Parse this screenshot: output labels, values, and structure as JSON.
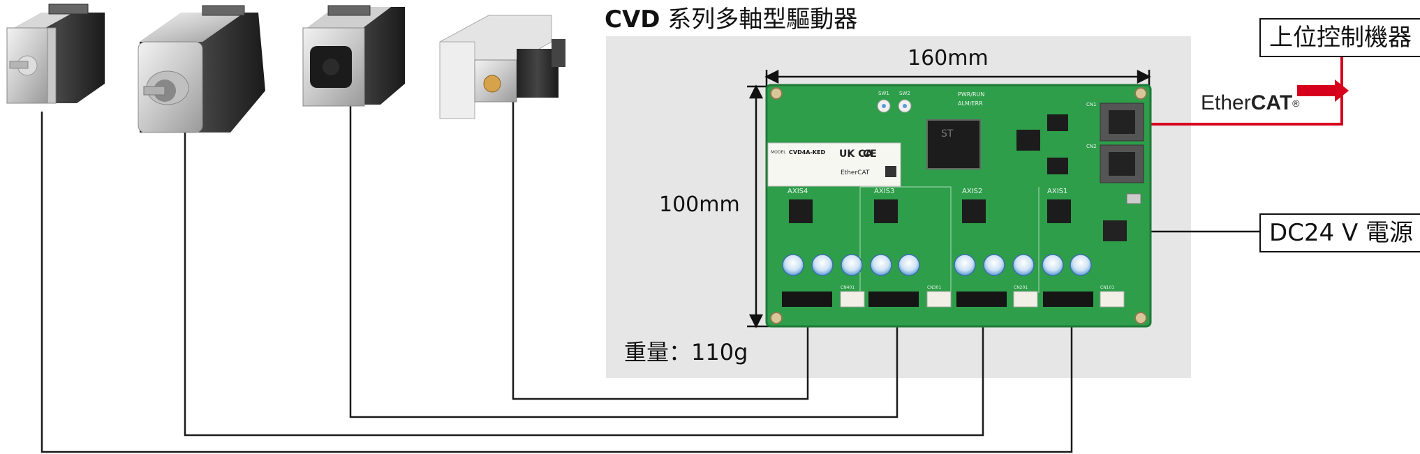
{
  "title": {
    "prefix": "CVD",
    "text": " 系列多軸型驅動器"
  },
  "dimensions": {
    "width": "160mm",
    "height": "100mm"
  },
  "weight": "重量：110g",
  "host_label": "上位控制機器",
  "power_label": "DC24 V 電源",
  "ethercat": {
    "ether": "Ether",
    "cat": "CAT",
    "reg": "®"
  },
  "colors": {
    "panel": "#e6e6e6",
    "pcb": "#2e9e4a",
    "ethercat_line": "#d6001c",
    "wire": "#1a1a1a"
  },
  "board": {
    "model_label": "CVD4A-KED",
    "model_prefix": "MODEL",
    "axis_labels": [
      "AXIS4",
      "AXIS3",
      "AXIS2",
      "AXIS1"
    ],
    "indicators": [
      "PWR/RUN",
      "ALM/ERR"
    ],
    "switch_labels": [
      "SW1",
      "SW2"
    ],
    "port_labels": [
      "CN1",
      "CN2"
    ],
    "cert_marks": [
      "UK CA",
      "CE"
    ],
    "logo": "EtherCAT",
    "connector_labels": [
      "CN401",
      "CN301",
      "CN201",
      "CN101"
    ]
  },
  "motors": [
    {
      "name": "stepper-motor-1"
    },
    {
      "name": "geared-motor"
    },
    {
      "name": "motor-with-encoder"
    },
    {
      "name": "linear-actuator"
    }
  ]
}
